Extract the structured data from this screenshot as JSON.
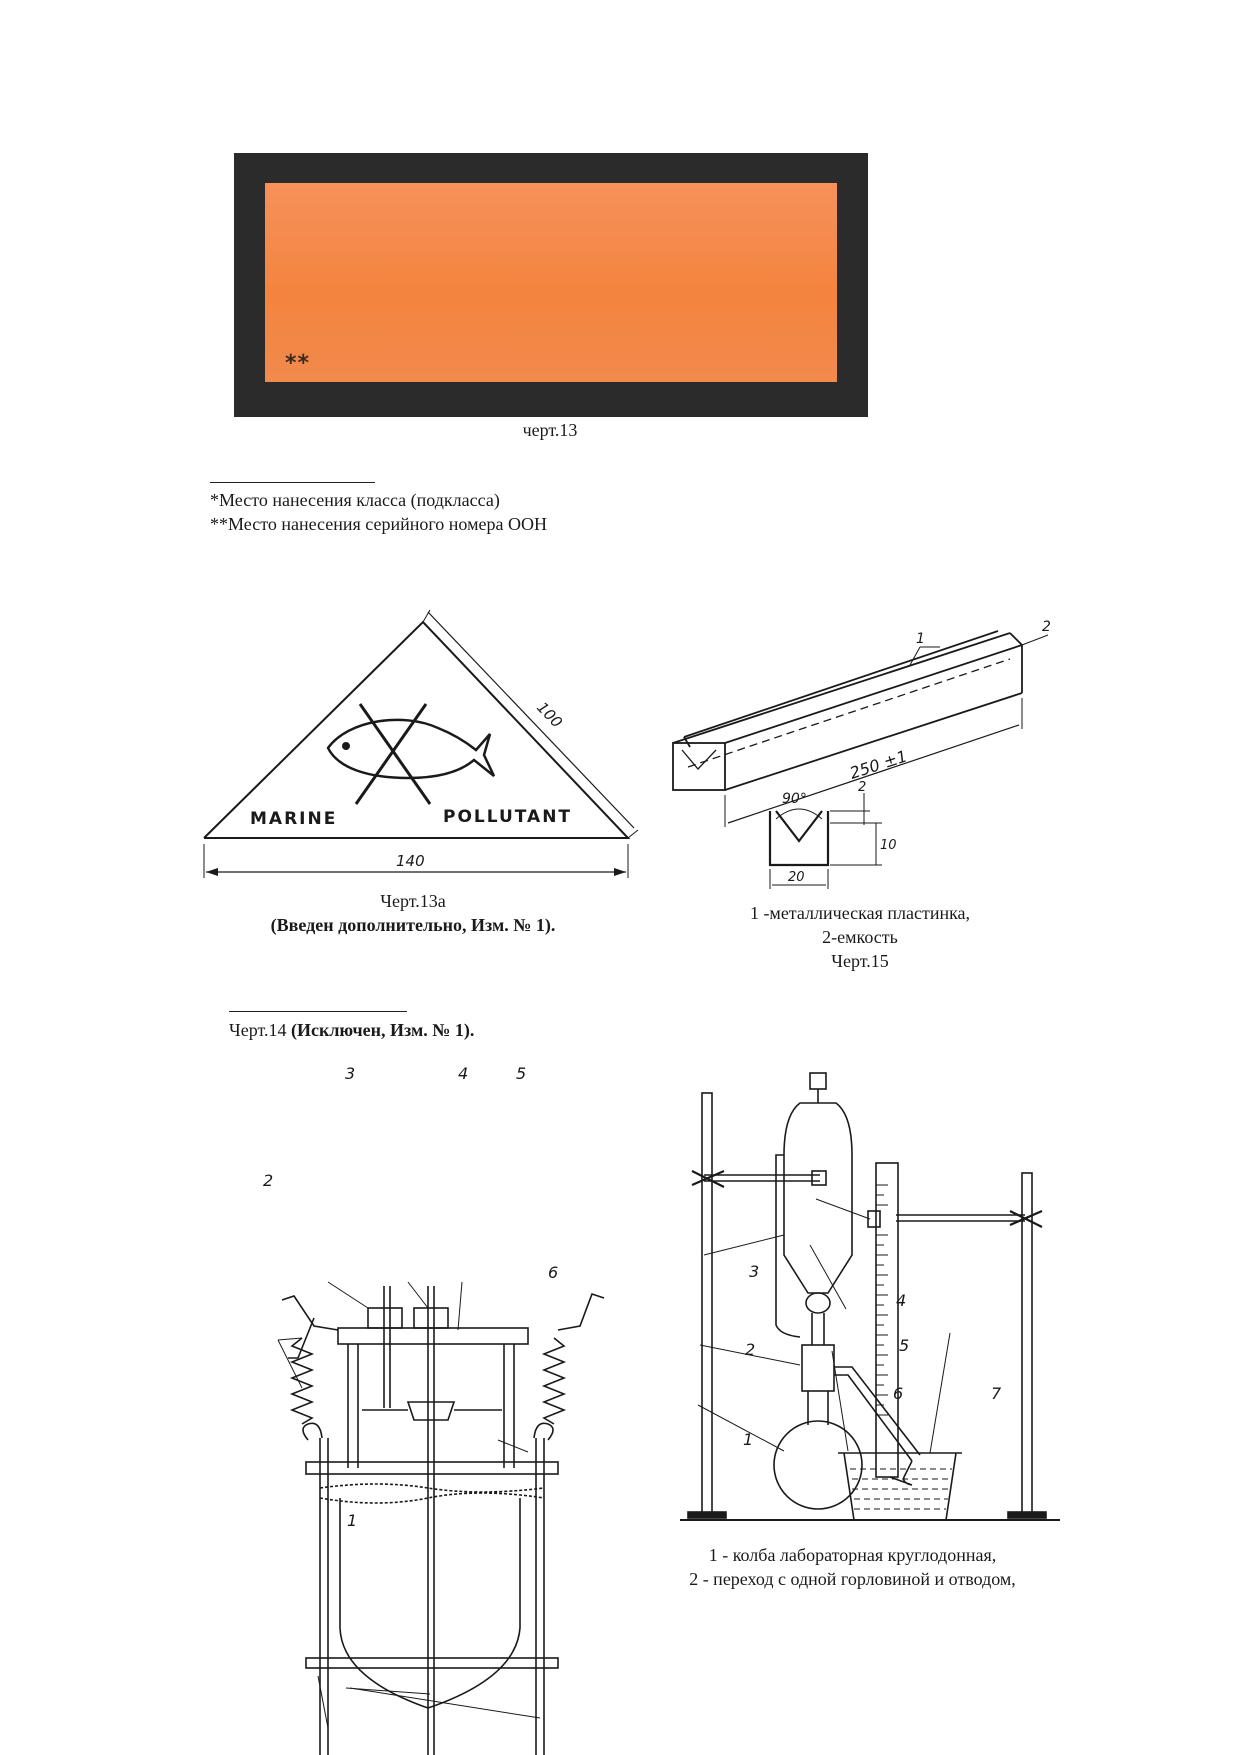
{
  "plate": {
    "marks": "**",
    "border_color": "#2b2b2b",
    "fill_color": "#f5884a"
  },
  "fig13": {
    "caption": "черт.13"
  },
  "footnotes": [
    "*Место нанесения класса (подкласса)",
    "**Место нанесения серийного номера ООН"
  ],
  "fig13a": {
    "label_left": "MARINE",
    "label_right": "POLLUTANT",
    "dim_side": "100",
    "dim_base": "140",
    "caption": "Черт.13а",
    "note": "(Введен дополнительно, Изм. № 1)."
  },
  "fig15": {
    "callout_1": "1",
    "callout_2": "2",
    "dim_length": "250 ±1",
    "dim_angle": "90°",
    "dim_lip": "2",
    "dim_depth": "10",
    "dim_width": "20",
    "legend": [
      "1 -металлическая пластинка,",
      "2-емкость"
    ],
    "caption": "Черт.15"
  },
  "fig14": {
    "caption_plain": "Черт.14 ",
    "caption_bold": "(Исключен, Изм. № 1)."
  },
  "fig_left": {
    "callouts": [
      "1",
      "2",
      "3",
      "4",
      "5",
      "6"
    ]
  },
  "fig_right": {
    "callouts": [
      "1",
      "2",
      "3",
      "4",
      "5",
      "6",
      "7"
    ],
    "legend": [
      "1 - колба лабораторная круглодонная,",
      "2 - переход с одной горловиной и отводом,"
    ]
  }
}
